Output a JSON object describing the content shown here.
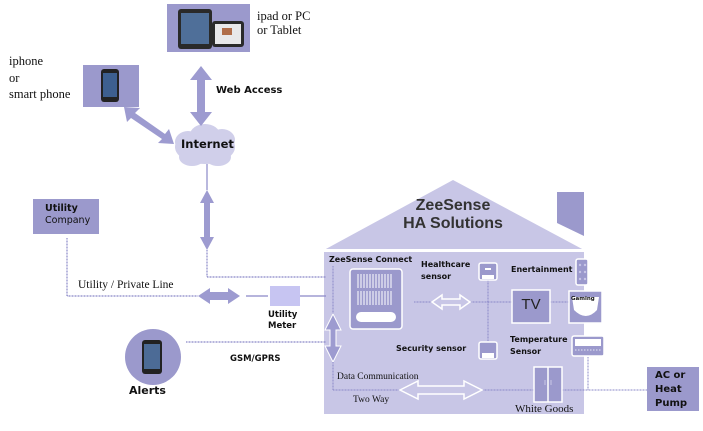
{
  "colors": {
    "box": "#9b99cc",
    "box_light": "#c7c5ea",
    "house": "#c8c6e6",
    "arrow": "#9d9bd0",
    "line": "#8a88c8",
    "text": "#111111"
  },
  "devices": {
    "ipad_label_line1": "ipad or PC",
    "ipad_label_line2": "or Tablet",
    "iphone_label_line1": "iphone",
    "iphone_label_line2": "or",
    "iphone_label_line3": "smart phone"
  },
  "web_access": "Web Access",
  "internet": "Internet",
  "utility_company": {
    "line1": "Utility",
    "line2": "Company"
  },
  "utility_private_line": "Utility / Private Line",
  "utility_meter": {
    "line1": "Utility",
    "line2": "Meter"
  },
  "alerts": "Alerts",
  "gsm": "GSM/GPRS",
  "house": {
    "title_line1": "ZeeSense",
    "title_line2": "HA Solutions",
    "connect": "ZeeSense Connect",
    "healthcare_line1": "Healthcare",
    "healthcare_line2": "sensor",
    "entertainment": "Enertainment",
    "tv": "TV",
    "gaming": "Gaming",
    "security": "Security sensor",
    "temperature_line1": "Temperature",
    "temperature_line2": "Sensor",
    "data_comm": "Data Communication",
    "two_way": "Two Way",
    "white_goods": "White Goods"
  },
  "ac_heat_pump": {
    "line1": "AC or",
    "line2": "Heat",
    "line3": "Pump"
  }
}
